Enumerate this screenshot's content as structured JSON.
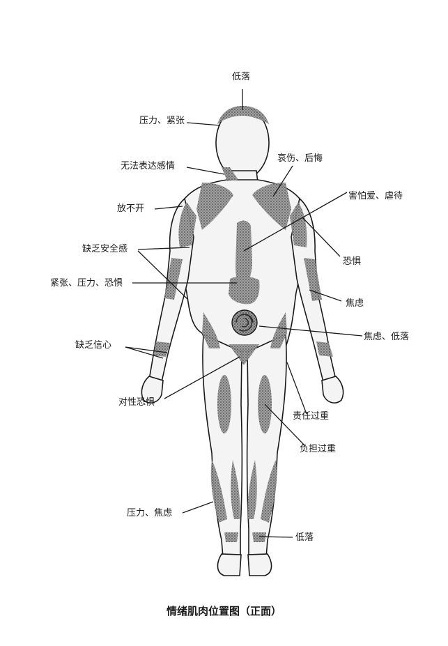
{
  "figure": {
    "caption": "情绪肌肉位置图（正面）",
    "labels": {
      "head_top": "低落",
      "head_side": "压力、紧张",
      "neck": "无法表达感情",
      "chest": "哀伤、后悔",
      "sternum": "害怕爱、虐待",
      "shoulder": "放不开",
      "arm_back": "恐惧",
      "upper_arm_front": "缺乏安全感",
      "abdomen": "紧张、压力、恐惧",
      "forearm_outer": "焦虑",
      "navel": "焦虑、低落",
      "wrist": "缺乏信心",
      "groin": "对性恐惧",
      "hip_thigh": "责任过重",
      "thigh_front": "负担过重",
      "lower_leg": "压力、焦虑",
      "ankle": "低落"
    }
  },
  "colors": {
    "ink": "#1a1a1a",
    "muscle_shade": "#6e6e6e",
    "body_fill": "#f4f4f4"
  }
}
